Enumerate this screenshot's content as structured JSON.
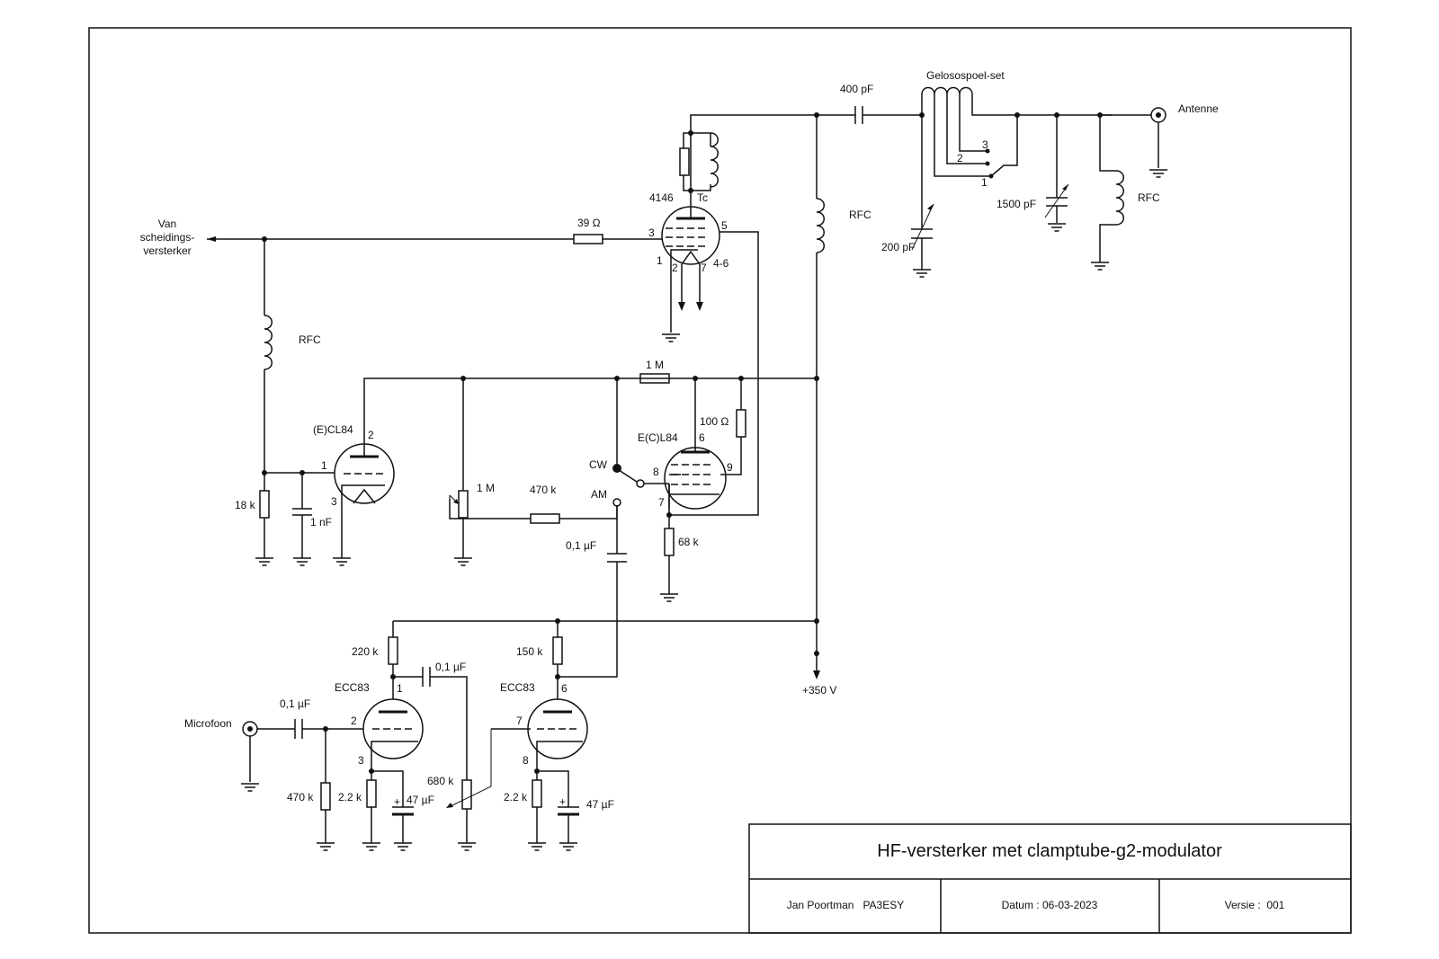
{
  "tubes": {
    "v4146": {
      "type": "4146",
      "extra": "Tc",
      "pins": {
        "g1": "3",
        "g2": "5",
        "k": "1",
        "f1": "2",
        "f2": "7",
        "g3": "4-6"
      }
    },
    "ecl84_triode": {
      "type": "(E)CL84",
      "pins": {
        "a": "2",
        "g": "1",
        "k": "3"
      }
    },
    "ecl84_pentode": {
      "type": "E(C)L84",
      "pins": {
        "a": "6",
        "g1": "8",
        "k": "7",
        "g2": "9"
      }
    },
    "ecc83_a": {
      "type": "ECC83",
      "pins": {
        "a": "1",
        "g": "2",
        "k": "3"
      }
    },
    "ecc83_b": {
      "type": "ECC83",
      "pins": {
        "a": "6",
        "g": "7",
        "k": "8"
      }
    }
  },
  "components": {
    "input_label": "Van\nscheidings-\nversterker",
    "r_grid": "39 Ω",
    "rfc_grid": "RFC",
    "r18k": "18 k",
    "c1nF": "1 nF",
    "pot1M": "1 M",
    "r470k_mod": "470 k",
    "r1M": "1 M",
    "r100": "100 Ω",
    "r68k": "68 k",
    "sw_cw": "CW",
    "sw_am": "AM",
    "c01_coupling": "0,1 µF",
    "rfc_anode": "RFC",
    "c400": "400 pF",
    "coilset": "Gelosospoel-set",
    "sw_pos": [
      "1",
      "2",
      "3"
    ],
    "c200": "200 pF",
    "c1500": "1500 pF",
    "rfc_ant": "RFC",
    "antenna": "Antenne",
    "r220k": "220 k",
    "r150k": "150 k",
    "c01_inter": "0,1 µF",
    "c01_mic": "0,1 µF",
    "mic": "Microfoon",
    "r470k_grid": "470 k",
    "r22k_a": "2.2 k",
    "c47_a": "47 µF",
    "pot680k": "680 k",
    "r22k_b": "2.2 k",
    "c47_b": "47 µF",
    "supply": "+350 V"
  },
  "title_block": {
    "title": "HF-versterker met clamptube-g2-modulator",
    "author": "Jan Poortman   PA3ESY",
    "date": "Datum : 06-03-2023",
    "version": "Versie :  001"
  }
}
